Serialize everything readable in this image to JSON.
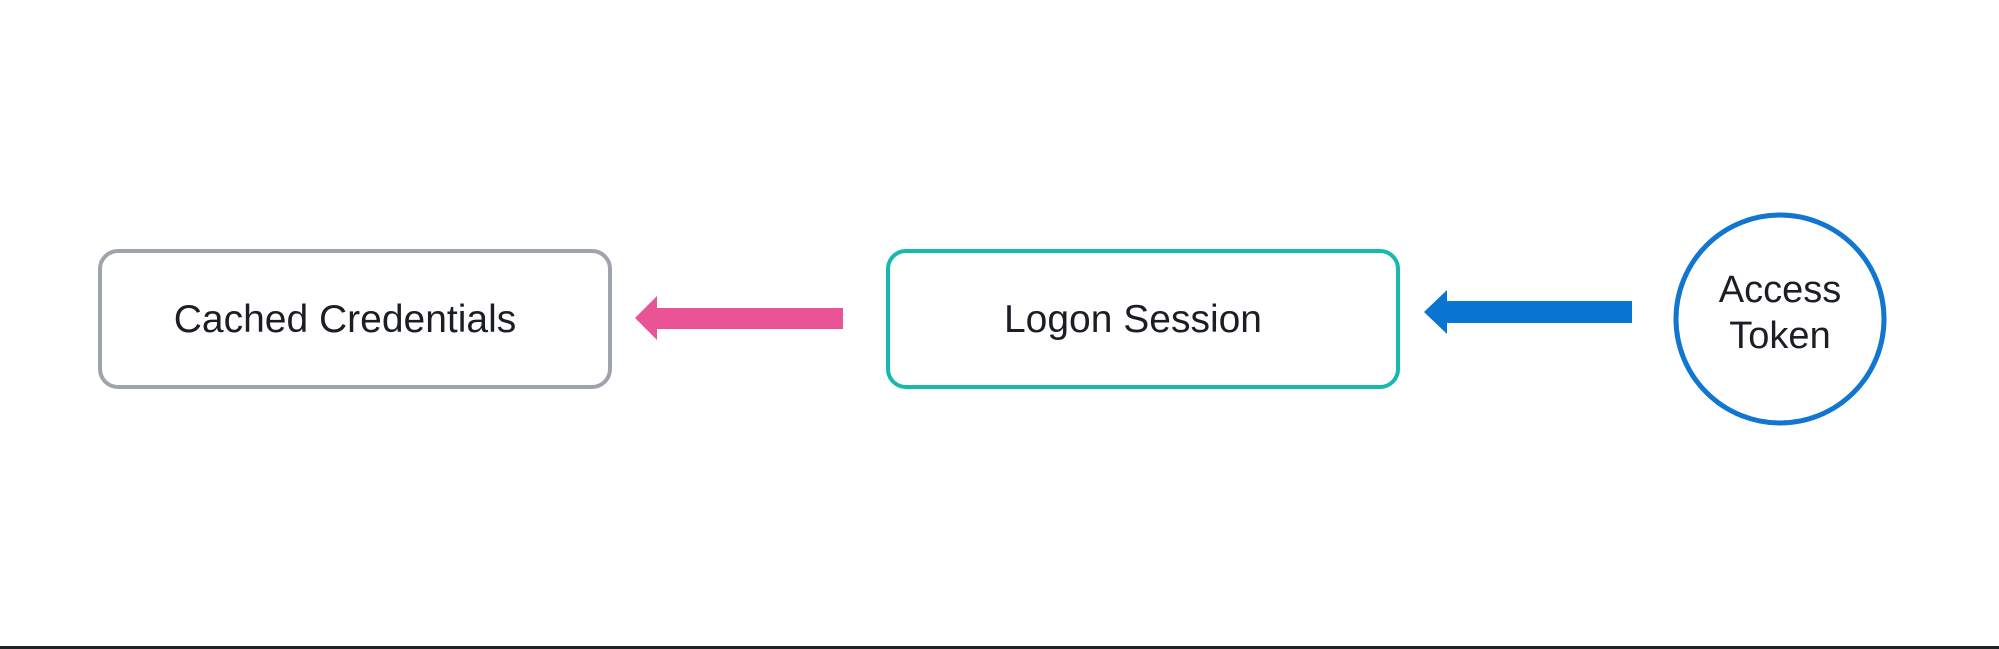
{
  "diagram": {
    "nodes": {
      "cached_credentials": {
        "label": "Cached Credentials",
        "shape": "rounded-rectangle",
        "stroke_color": "#9fa3ad"
      },
      "logon_session": {
        "label": "Logon Session",
        "shape": "rounded-rectangle",
        "stroke_color": "#17b8ad"
      },
      "access_token": {
        "label_lines": [
          "Access",
          "Token"
        ],
        "shape": "circle",
        "stroke_color": "#1176cf"
      }
    },
    "edges": [
      {
        "from": "logon_session",
        "to": "cached_credentials",
        "direction": "left",
        "color": "#ea5497"
      },
      {
        "from": "access_token",
        "to": "logon_session",
        "direction": "left",
        "color": "#0a74d1"
      }
    ]
  }
}
